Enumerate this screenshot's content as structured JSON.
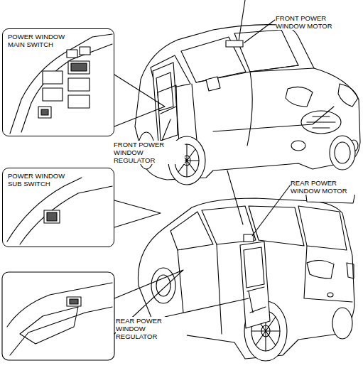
{
  "diagram": {
    "nodes": [
      {
        "text": [
          "POWER WINDOW MAIN SWITCH"
        ]
      },
      {
        "text": [
          "POWER WINDOW SUB SWITCH"
        ]
      }
    ],
    "labels": [
      "FRONT POWER WINDOW MOTOR",
      "FRONT POWER WINDOW REGULATOR",
      "REAR POWER WINDOW MOTOR",
      "REAR POWER WINDOW REGULATOR"
    ]
  }
}
